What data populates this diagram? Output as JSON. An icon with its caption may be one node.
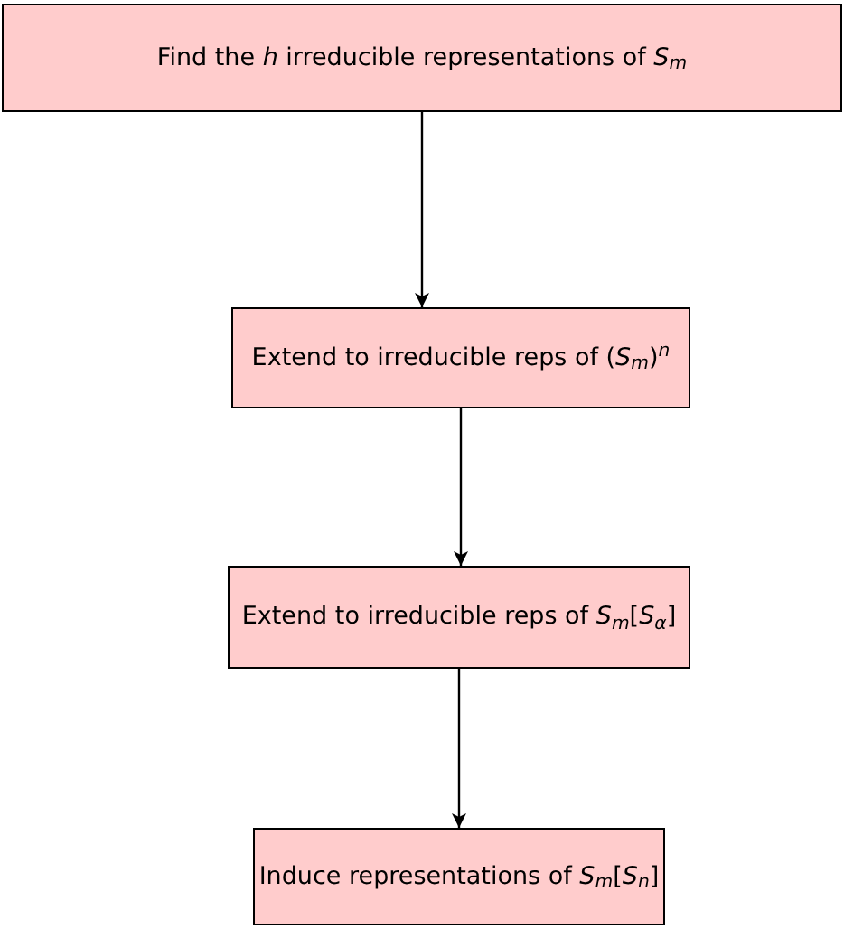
{
  "diagram": {
    "nodes": [
      {
        "text": [
          "Find the *h* irreducible representations of *S*$_{m}$"
        ]
      },
      {
        "text": [
          "Extend to irreducible reps of (*S*$_{m}$)$^{n}$"
        ]
      },
      {
        "text": [
          "Extend to irreducible reps of *S*$_{m}$[*S*$_{α}$]"
        ]
      },
      {
        "text": [
          "Induce representations of *S*$_{m}$[*S*$_{n}$]"
        ]
      }
    ],
    "edges": [
      {
        "from": 0,
        "to": 1,
        "arrow": "to"
      },
      {
        "from": 1,
        "to": 2,
        "arrow": "to"
      },
      {
        "from": 2,
        "to": 3,
        "arrow": "to"
      }
    ]
  }
}
